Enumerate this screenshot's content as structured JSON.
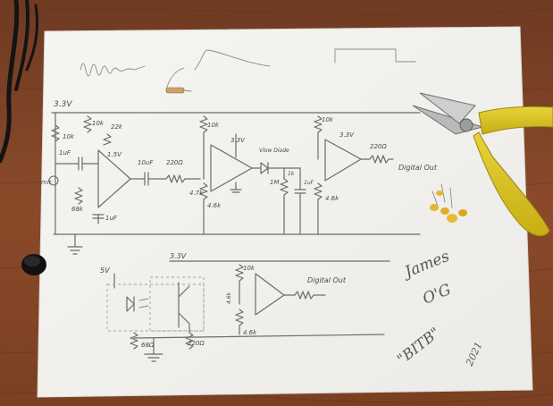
{
  "circuit_top": {
    "supply_label": "3.3V",
    "resistors_left": [
      "10k",
      "10k",
      "22k"
    ],
    "cap_input": "1uF",
    "mic_label": "mic",
    "opamp1_gain": "1.5V",
    "bias_res": "68k",
    "cap_bias": "1uF",
    "cap_couple": "10uF",
    "res_couple": "220Ω",
    "opamp2_label": "3.3V",
    "res_top2": "10k",
    "res_bot2": "4.6k",
    "res_stage2": "4.7k",
    "diode_label": "Vlow Diode",
    "res_1m": "1M",
    "res_1k": "1k",
    "cap_1uf": "1uF",
    "res_10k3": "10k",
    "opamp3_label": "3.3V",
    "res_4_6k": "4.6k",
    "res_out": "220Ω",
    "out_label": "Digital Out"
  },
  "circuit_bottom": {
    "supply_5v": "5V",
    "supply_3v3": "3.3V",
    "res_68": "68Ω",
    "res_220": "220Ω",
    "res_10k": "10k",
    "res_4_6k_a": "4.6k",
    "res_4_6k_b": "4.6k",
    "out_label": "Digital Out"
  },
  "signature": {
    "name_first": "James",
    "name_last": "O'G",
    "tag": "\"BITB\"",
    "year": "2021"
  },
  "colors": {
    "desk": "#8a4a2a",
    "paper": "#f3f2ef",
    "pencil": "#6b6b6b",
    "handle": "#d9c21c",
    "cable": "#1b1b1b"
  }
}
